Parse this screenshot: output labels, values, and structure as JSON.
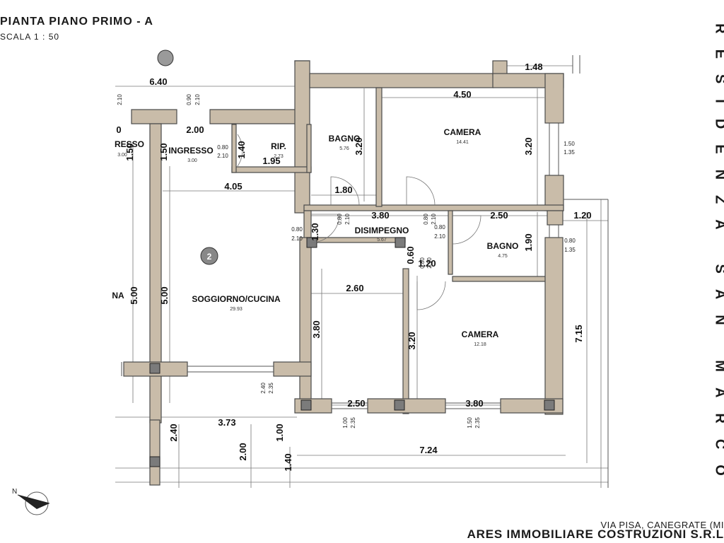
{
  "header": {
    "title": "PIANTA PIANO PRIMO - A",
    "scale": "SCALA 1 : 50"
  },
  "footer": {
    "address": "VIA PISA, CANEGRATE (MI",
    "company": "ARES IMMOBILIARE COSTRUZIONI S.R.L"
  },
  "side_text": "RESIDENZA SAN MARCO",
  "north_label": "N",
  "markers": [
    "2"
  ],
  "rooms": [
    {
      "id": "ingresso-left",
      "name": "RESSO",
      "area": "3.00"
    },
    {
      "id": "ingresso",
      "name": "INGRESSO",
      "area": "3.00"
    },
    {
      "id": "rip",
      "name": "RIP.",
      "area": "2.73"
    },
    {
      "id": "bagno1",
      "name": "BAGNO",
      "area": "5.76"
    },
    {
      "id": "camera1",
      "name": "CAMERA",
      "area": "14.41"
    },
    {
      "id": "disimpegno",
      "name": "DISIMPEGNO",
      "area": "5.67"
    },
    {
      "id": "bagno2",
      "name": "BAGNO",
      "area": "4.75"
    },
    {
      "id": "soggiorno",
      "name": "SOGGIORNO/CUCINA",
      "area": "29.93"
    },
    {
      "id": "camera2",
      "name": "CAMERA",
      "area": "12.18"
    },
    {
      "id": "cut-left",
      "name": "NA",
      "area": ""
    }
  ],
  "dimensions": [
    "6.40",
    "1.48",
    "4.50",
    "0",
    "2.00",
    "1.50",
    "1.50",
    "1.40",
    "1.95",
    "3.20",
    "3.20",
    "4.05",
    "1.80",
    "3.80",
    "2.50",
    "1.20",
    "1.30",
    "1.90",
    "0.60",
    "1.20",
    "5.00",
    "5.00",
    "2.60",
    "3.80",
    "3.20",
    "7.15",
    "3.73",
    "1.00",
    "2.50",
    "3.80",
    "2.40",
    "2.00",
    "1.40",
    "7.24"
  ],
  "openings": [
    {
      "w": "0.90",
      "h": "2.10"
    },
    {
      "w": "0.80",
      "h": "2.10"
    },
    {
      "w": "1.50",
      "h": "1.35"
    },
    {
      "w": "0.80",
      "h": "2.10"
    },
    {
      "w": "0.80",
      "h": "2.10"
    },
    {
      "w": "0.80",
      "h": "2.10"
    },
    {
      "w": "0.80",
      "h": "2.10"
    },
    {
      "w": "0.80",
      "h": "1.35"
    },
    {
      "w": "0.80",
      "h": "2.10"
    },
    {
      "w": "2.40",
      "h": "2.35"
    },
    {
      "w": "1.00",
      "h": "2.35"
    },
    {
      "w": "1.50",
      "h": "2.35"
    },
    {
      "w": "",
      "h": "2.10"
    }
  ]
}
